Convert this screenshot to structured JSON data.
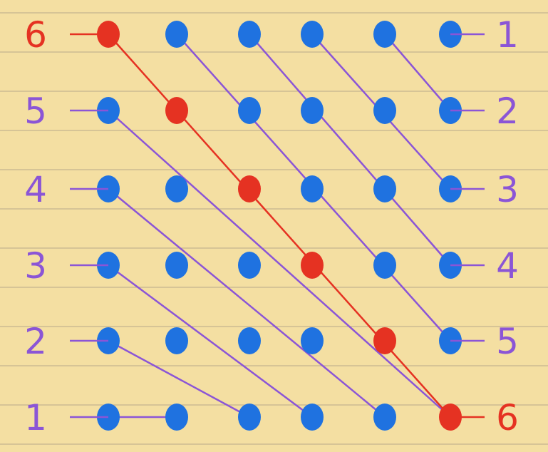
{
  "diagram": {
    "grid_size": 6,
    "left_labels": [
      "6",
      "5",
      "4",
      "3",
      "2",
      "1"
    ],
    "right_labels": [
      "1",
      "2",
      "3",
      "4",
      "5",
      "6"
    ],
    "highlight_label": "6",
    "colors": {
      "paper": "#f4dfa2",
      "rule": "#b8a98a",
      "dot": "#1f72e0",
      "dot_highlight": "#e53222",
      "line": "#8b55d6",
      "line_highlight": "#e53222"
    }
  }
}
